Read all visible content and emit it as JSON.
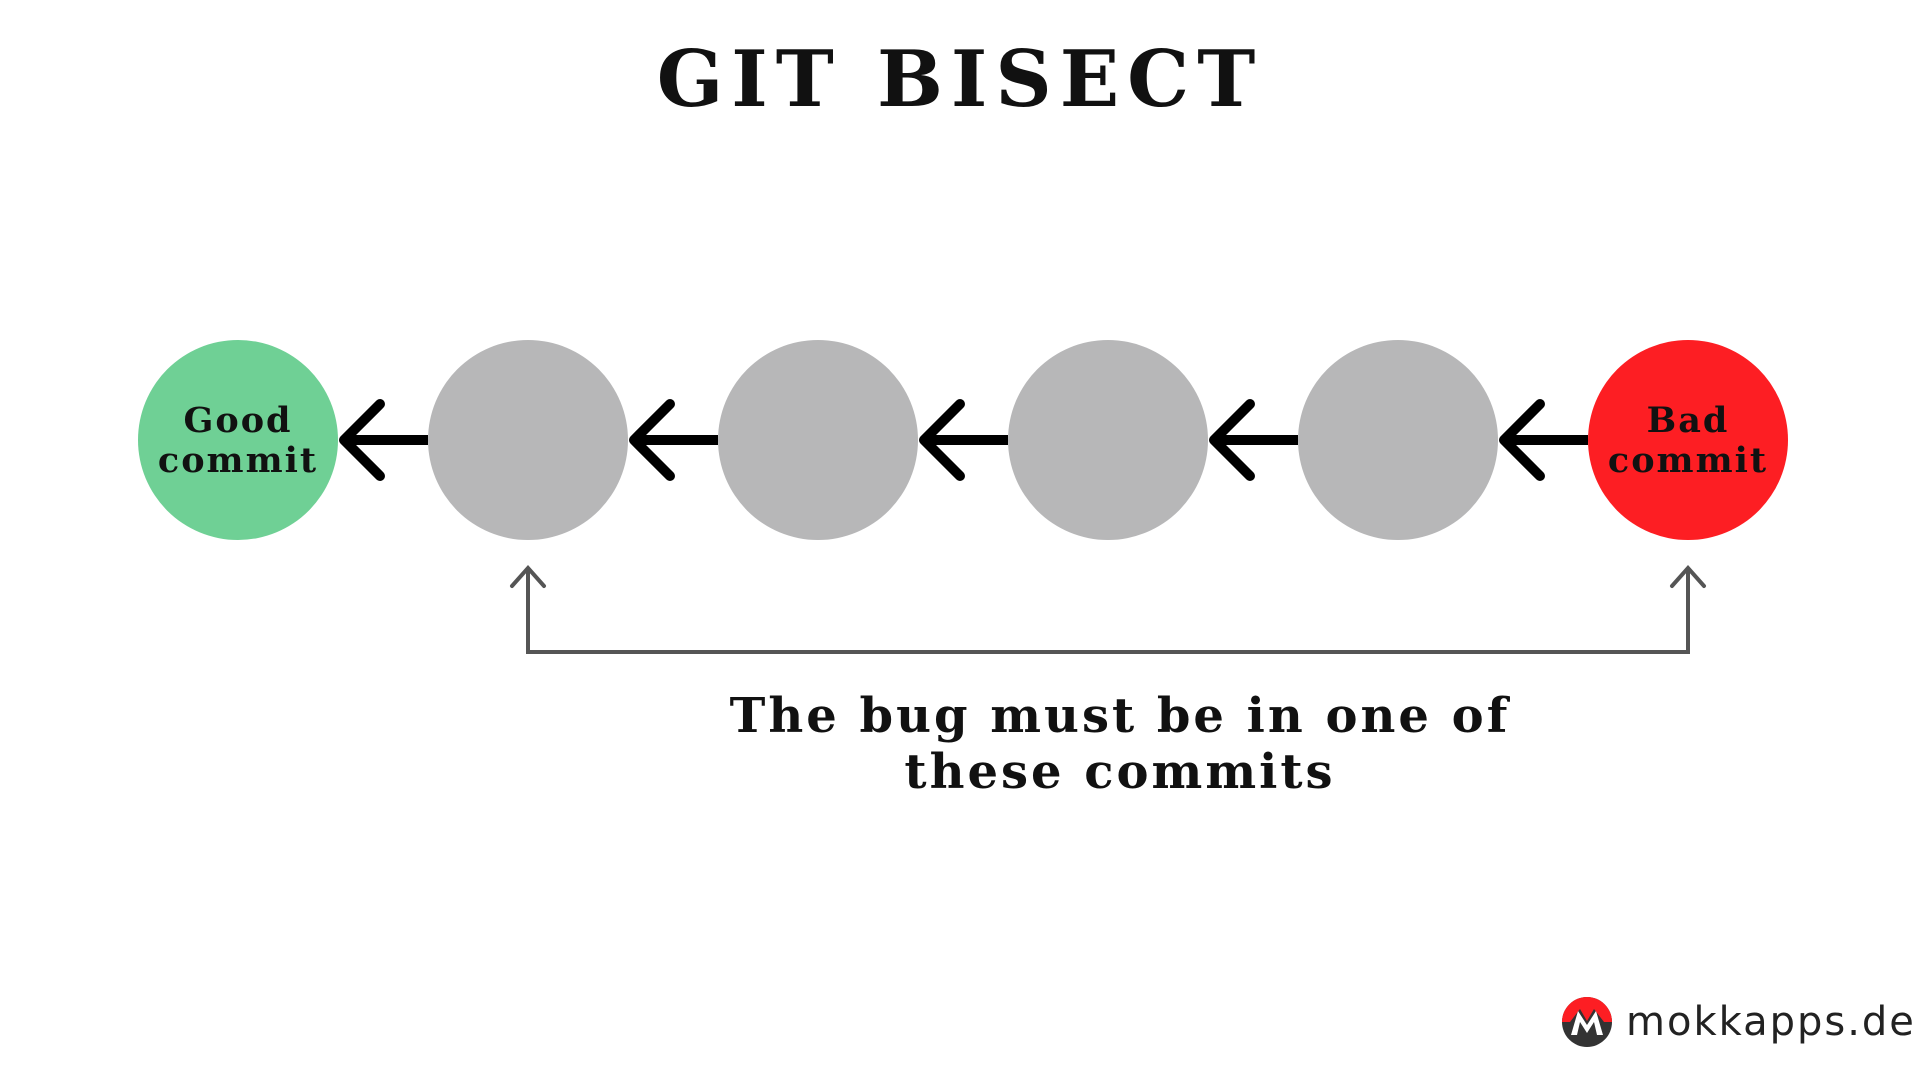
{
  "title": "GIT BISECT",
  "nodes": [
    {
      "kind": "good",
      "label": "Good commit",
      "line1": "Good",
      "line2": "commit",
      "color": "#6fd095"
    },
    {
      "kind": "unknown",
      "label": "",
      "color": "#b7b7b8"
    },
    {
      "kind": "unknown",
      "label": "",
      "color": "#b7b7b8"
    },
    {
      "kind": "unknown",
      "label": "",
      "color": "#b7b7b8"
    },
    {
      "kind": "unknown",
      "label": "",
      "color": "#b7b7b8"
    },
    {
      "kind": "bad",
      "label": "Bad commit",
      "line1": "Bad",
      "line2": "commit",
      "color": "#fd1e23"
    }
  ],
  "arrow_color": "#000000",
  "bracket_color": "#555555",
  "caption": {
    "line1": "The bug must be in one of",
    "line2": "these commits"
  },
  "logo": {
    "text": "mokkapps.de",
    "icon": "mokkapps-logo-icon",
    "colors": {
      "red": "#fd1e23",
      "dark": "#333333"
    }
  }
}
